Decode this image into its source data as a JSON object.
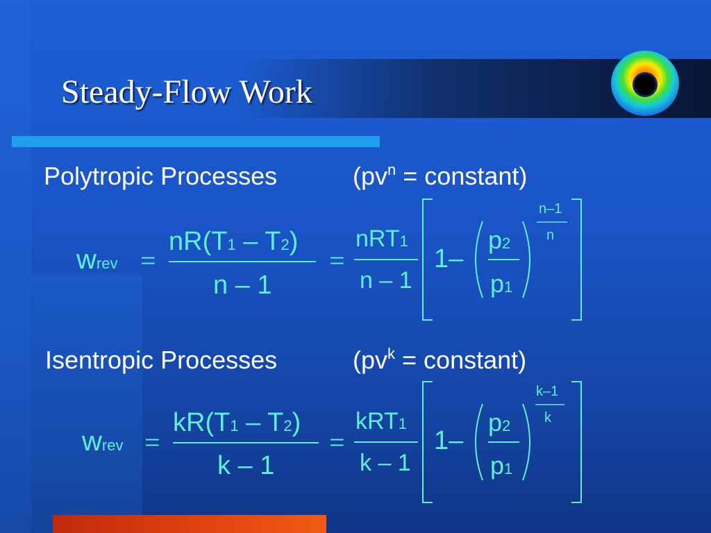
{
  "slide": {
    "title": "Steady-Flow Work"
  },
  "sections": [
    {
      "heading": "Polytropic Processes",
      "condition_open": "(pv",
      "condition_exp": "n",
      "condition_rest": " = constant)",
      "coef": "n",
      "denominator": "n – 1",
      "exponent_num": "n–1",
      "exponent_den": "n"
    },
    {
      "heading": "Isentropic Processes",
      "condition_open": "(pv",
      "condition_exp": "k",
      "condition_rest": " = constant)",
      "coef": "k",
      "denominator": "k – 1",
      "exponent_num": "k–1",
      "exponent_den": "k"
    }
  ],
  "formula": {
    "w": "w",
    "w_sub": "rev",
    "eq_sign": "=",
    "R_open": "R(T",
    "T1_sub": "1",
    "minus": " – T",
    "T2_sub": "2",
    "close": ")",
    "RT": "RT",
    "one_minus": "1–",
    "p": "p",
    "p2_sub": "2",
    "p1_sub": "1"
  },
  "colors": {
    "equation": "#5ef0d4",
    "text": "#ffffff",
    "accent_bar": "#1fa0ee",
    "red_bar": "#e34510"
  }
}
